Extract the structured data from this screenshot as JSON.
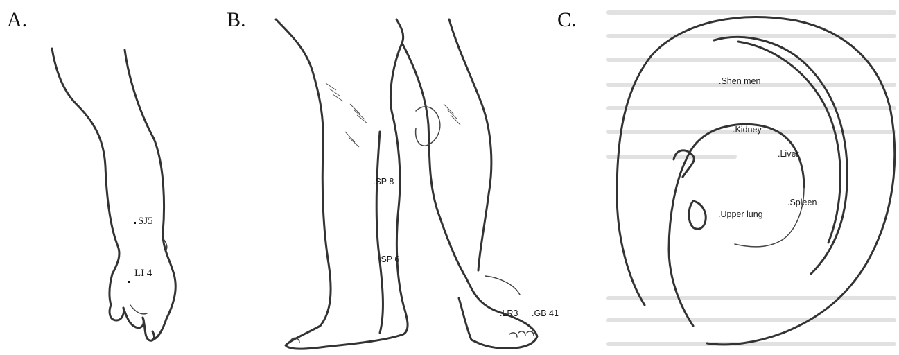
{
  "panels": {
    "a": {
      "letter": "A.",
      "points": [
        "SJ5",
        "LI 4"
      ]
    },
    "b": {
      "letter": "B.",
      "points": [
        ".SP 8",
        ".SP 6",
        ".LR3",
        ".GB 41"
      ]
    },
    "c": {
      "letter": "C.",
      "points": [
        ".Shen men",
        ".Kidney",
        ".Liver",
        ".Spleen",
        ".Upper lung"
      ]
    }
  }
}
